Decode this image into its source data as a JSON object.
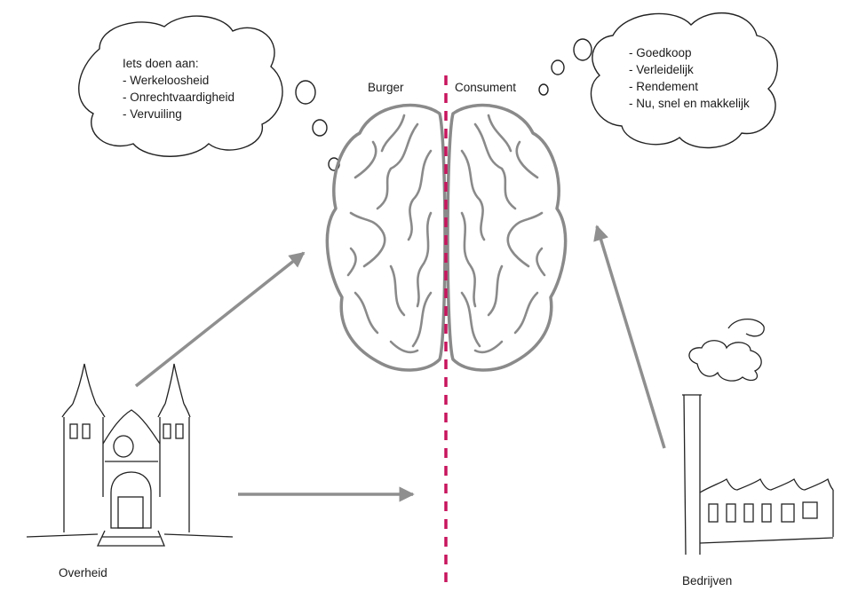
{
  "government_thought": {
    "heading": "Iets doen aan:",
    "items": [
      "- Werkeloosheid",
      "- Onrechtvaardigheid",
      "- Vervuiling"
    ]
  },
  "business_thought": {
    "items": [
      "- Goedkoop",
      "- Verleidelijk",
      "- Rendement",
      "- Nu, snel en makkelijk"
    ]
  },
  "brain": {
    "left_label": "Burger",
    "right_label": "Consument"
  },
  "actors": {
    "government_label": "Overheid",
    "business_label": "Bedrijven"
  },
  "colors": {
    "divider": "#c8155e",
    "brain": "#8a8a8a",
    "arrow": "#8f8f8f",
    "sketch": "#222222"
  }
}
